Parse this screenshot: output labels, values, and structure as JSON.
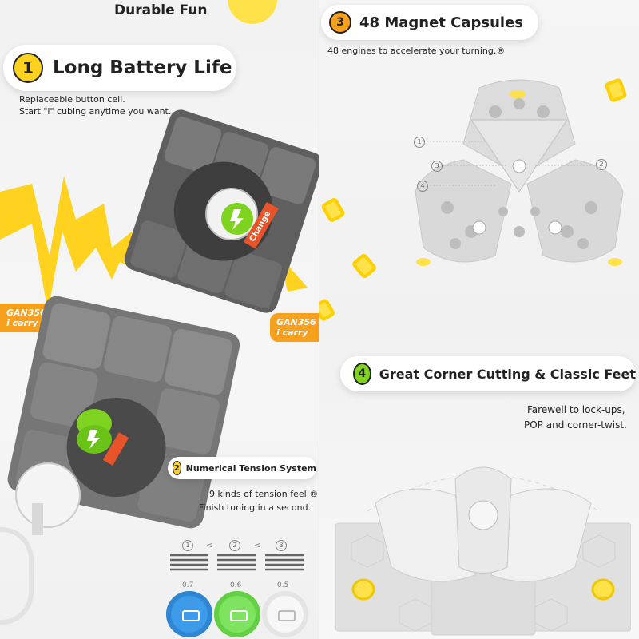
{
  "header": {
    "title": "Durable Fun"
  },
  "section1": {
    "number": "1",
    "title": "Long Battery Life",
    "desc_line1": "Replaceable button cell.",
    "desc_line2": "Start \"i\" cubing anytime you want.",
    "change_label": "Change",
    "model_tag_left": {
      "line1": "GAN356",
      "line2": "i carry S"
    },
    "model_tag_right": {
      "line1": "GAN356",
      "line2": "i carry"
    }
  },
  "section2": {
    "number": "2",
    "title": "Numerical Tension System",
    "desc_line1": "9 kinds of tension feel.®",
    "desc_line2": "Finish tuning in a second.",
    "springs": [
      {
        "label": "1",
        "value": "0.7",
        "color": "#3d9be9"
      },
      {
        "label": "2",
        "value": "0.6",
        "color": "#7ee35f"
      },
      {
        "label": "3",
        "value": "0.5",
        "color": "#f2f2f2"
      }
    ],
    "compare_symbol": "<"
  },
  "section3": {
    "number": "3",
    "title": "48 Magnet Capsules",
    "desc": "48 engines to accelerate your turning.®",
    "callouts": [
      "1",
      "2",
      "3",
      "4"
    ]
  },
  "section4": {
    "number": "4",
    "title": "Great Corner Cutting & Classic Feet",
    "desc_line1": "Farewell to lock-ups,",
    "desc_line2": "POP and corner-twist."
  },
  "colors": {
    "accent_yellow": "#ffd21f",
    "accent_green": "#7ed321",
    "tag_orange": "#f7a01e",
    "cube_gray": "#6f6f6f"
  }
}
